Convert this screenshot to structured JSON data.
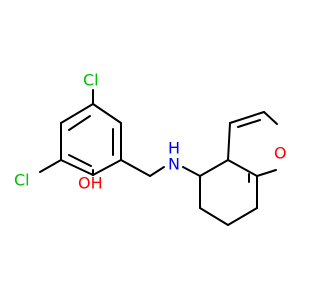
{
  "molecule": {
    "atom_labels": {
      "cl_top": "Cl",
      "cl_left": "Cl",
      "oh": "OH",
      "nh": "H",
      "n": "N",
      "o_furan": "O"
    },
    "colors": {
      "chlorine": "#00c000",
      "oxygen": "#ff0000",
      "nitrogen": "#0000ff",
      "bond": "#000000"
    }
  }
}
